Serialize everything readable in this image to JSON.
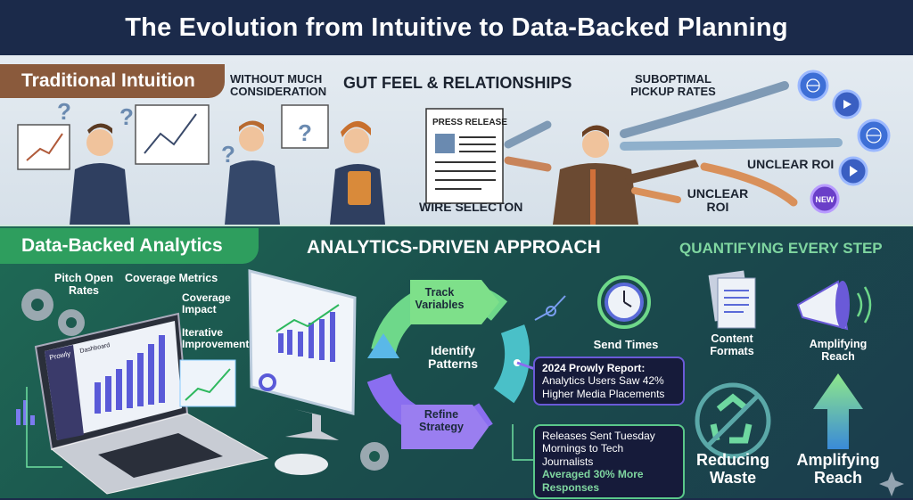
{
  "title": "The Evolution from Intuitive to Data-Backed Planning",
  "traditional": {
    "tab_label": "Traditional Intuition",
    "without_consideration": "WITHOUT MUCH CONSIDERATION",
    "gut_feel": "GUT FEEL & RELATIONSHIPS",
    "press_release": "PRESS RELEASE",
    "wire_selection": "WIRE SELECTON",
    "suboptimal": "SUBOPTIMAL PICKUP RATES",
    "unclear_roi_1": "UNCLEAR ROI",
    "unclear_roi_2": "UNCLEAR ROI",
    "new_badge": "NEW",
    "question_mark": "?",
    "channel_icons": [
      "globe-icon",
      "video-icon",
      "globe-icon",
      "play-icon",
      "new-badge"
    ]
  },
  "analytics": {
    "tab_label": "Data-Backed Analytics",
    "pitch_open_rates": "Pitch Open Rates",
    "coverage_metrics": "Coverage Metrics",
    "coverage_impact": "Coverage Impact",
    "iterative_improvements": "Iterative Improvements",
    "laptop_brand": "Prowly",
    "laptop_dashboard": "Dashboard"
  },
  "approach": {
    "heading": "ANALYTICS-DRIVEN APPROACH",
    "cycle": [
      "Track Variables",
      "Identify Patterns",
      "Refine Strategy"
    ],
    "send_times": "Send Times",
    "callout_report": {
      "title": "2024 Prowly Report:",
      "body": "Analytics Users Saw 42% Higher Media Placements"
    },
    "callout_tuesday": {
      "body": "Releases Sent Tuesday Mornings to Tech Journalists",
      "highlight": "Averaged 30% More Responses"
    }
  },
  "quantifying": {
    "heading": "QUANTIFYING EVERY STEP",
    "content_formats": "Content Formats",
    "amplifying_reach_small": "Amplifying Reach",
    "reducing_waste": "Reducing Waste",
    "amplifying_reach_large": "Amplifying Reach"
  },
  "colors": {
    "navy": "#1b2a4a",
    "brown_tab": "#8a5a3c",
    "green_tab": "#2e9e5e",
    "accent_green": "#7fd6a0",
    "accent_purple": "#7b6cf0"
  }
}
